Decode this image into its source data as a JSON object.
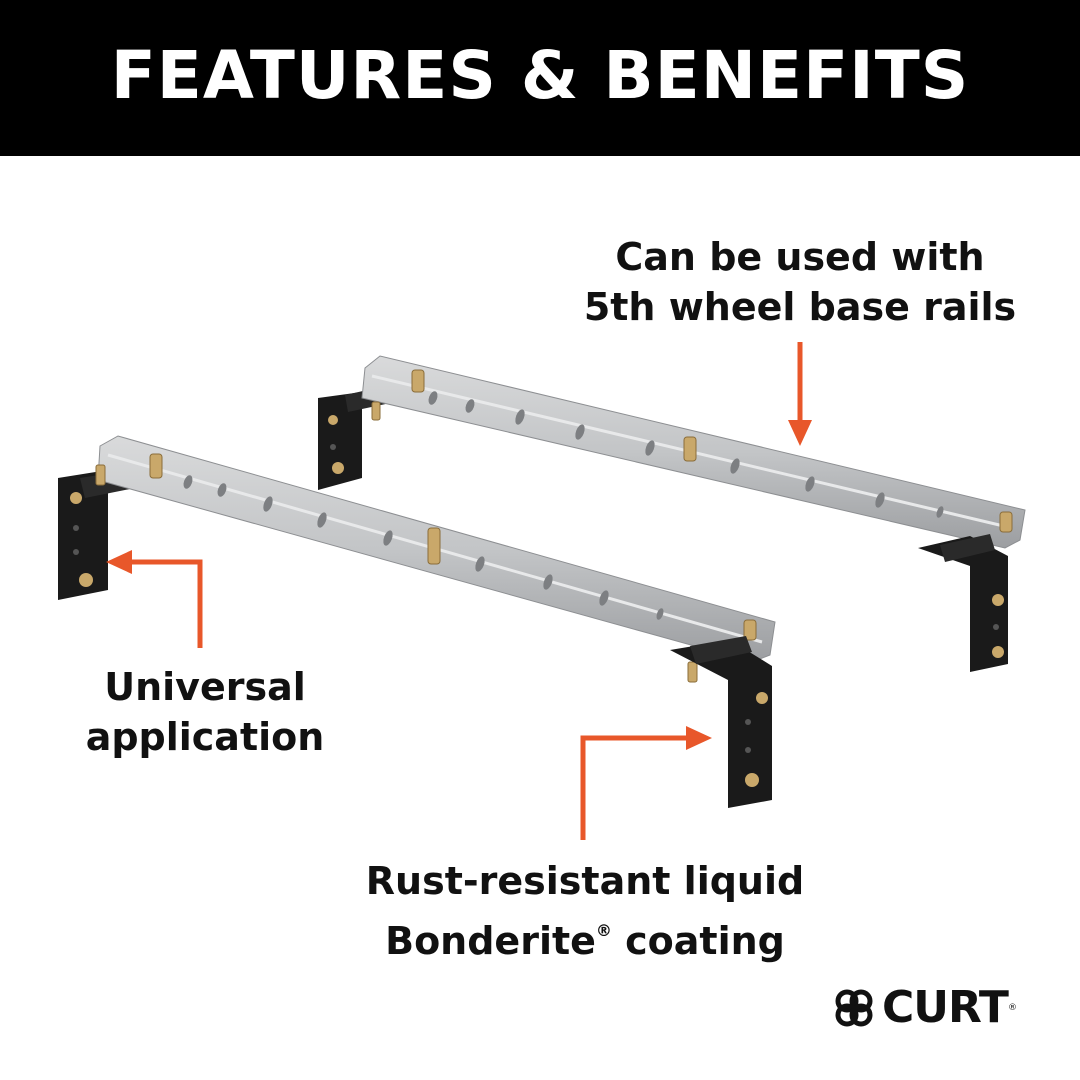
{
  "header": {
    "title": "FEATURES & BENEFITS"
  },
  "callouts": {
    "base_rails": {
      "line1": "Can be used with",
      "line2": "5th wheel base rails"
    },
    "universal": {
      "line1": "Universal",
      "line2": "application"
    },
    "coating": {
      "line1": "Rust-resistant liquid",
      "line2_prefix": "Bonderite",
      "line2_mark": "®",
      "line2_suffix": " coating"
    }
  },
  "brand": {
    "name": "CURT",
    "mark": "®",
    "logo_icon": "curt-knot-icon"
  },
  "colors": {
    "header_bg": "#000000",
    "arrow": "#e8572a",
    "rail": "#bcbec0",
    "bracket": "#1a1a1a",
    "bolt": "#c9a86a"
  },
  "icons": [
    "rail-product-icon",
    "bracket-icon",
    "arrow-icon",
    "curt-knot-icon"
  ]
}
